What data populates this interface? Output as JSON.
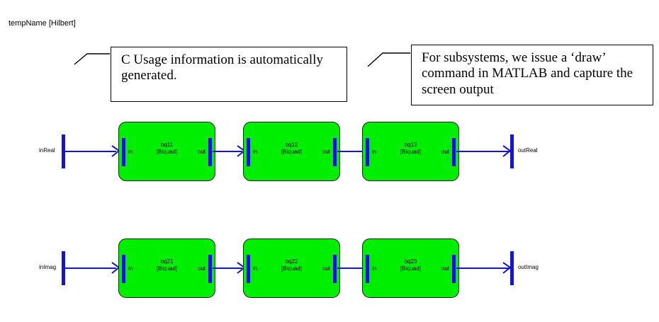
{
  "diagram": {
    "title": "tempName [Hilbert]",
    "block_subtitle": "[Biquad]",
    "port_in_label": "in",
    "port_out_label": "out"
  },
  "callouts": [
    {
      "id": "c-usage",
      "text": "C Usage information is automatically generated."
    },
    {
      "id": "subsystem-draw",
      "text": "For subsystems, we issue a ‘draw’ command in MATLAB and capture the screen output"
    }
  ],
  "rows": [
    {
      "id": "real-path",
      "input_label": "inReal",
      "output_label": "outReal",
      "blocks": [
        {
          "name": "bq11",
          "type": "[Biquad]"
        },
        {
          "name": "bq12",
          "type": "[Biquad]"
        },
        {
          "name": "bq13",
          "type": "[Biquad]"
        }
      ]
    },
    {
      "id": "imag-path",
      "input_label": "inImag",
      "output_label": "outImag",
      "blocks": [
        {
          "name": "bq21",
          "type": "[Biquad]"
        },
        {
          "name": "bq22",
          "type": "[Biquad]"
        },
        {
          "name": "bq23",
          "type": "[Biquad]"
        }
      ]
    }
  ],
  "colors": {
    "block_fill": "#00ee00",
    "block_border": "#1a1a1a",
    "signal_blue": "#1414d2",
    "background": "#ffffff",
    "text": "#000000"
  }
}
